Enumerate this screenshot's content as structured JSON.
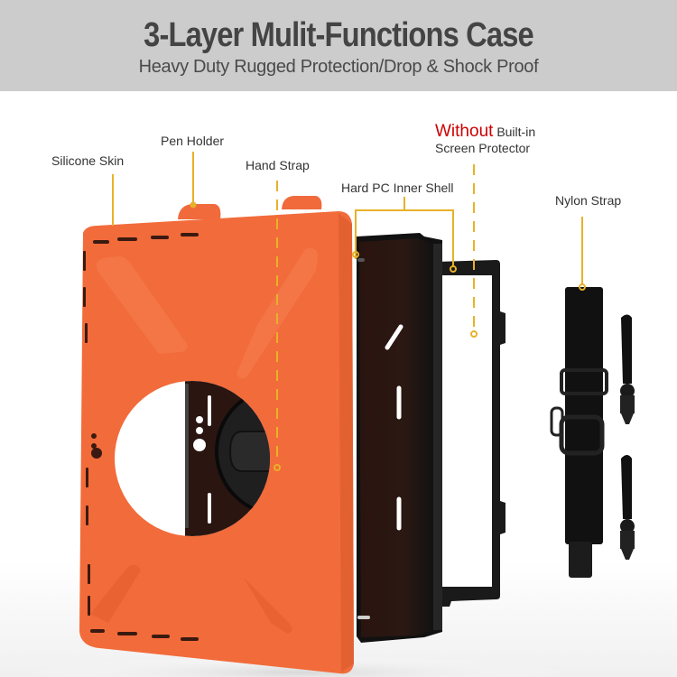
{
  "header": {
    "title": "3-Layer Mulit-Functions Case",
    "subtitle": "Heavy Duty Rugged Protection/Drop & Shock Proof"
  },
  "callouts": {
    "silicone_skin": "Silicone Skin",
    "pen_holder": "Pen Holder",
    "hand_strap": "Hand Strap",
    "hard_pc_inner_shell": "Hard PC Inner Shell",
    "screen_protector_highlight": "Without",
    "screen_protector_rest": "Built-in",
    "screen_protector_line2": "Screen Protector",
    "nylon_strap": "Nylon Strap"
  },
  "colors": {
    "banner_bg": "#cccccc",
    "title_text": "#444444",
    "case_orange": "#f26b3a",
    "leader_line": "#e8b12a",
    "highlight_red": "#cc0000",
    "shell_black": "#1c1c1c"
  }
}
